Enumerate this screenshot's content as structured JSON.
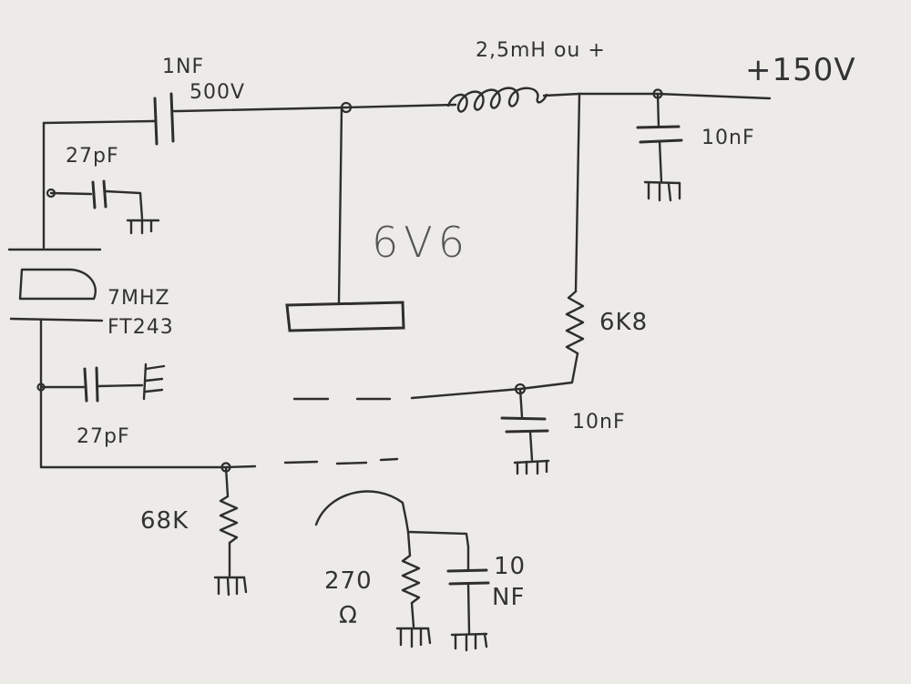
{
  "labels": {
    "c_coupling_value": "1NF",
    "c_coupling_voltage": "500V",
    "choke": "2,5mH ou +",
    "supply": "+150V",
    "c_supply": "10nF",
    "tube": "6V6",
    "c_top": "27pF",
    "crystal_freq": "7MHZ",
    "crystal_type": "FT243",
    "c_bottom": "27pF",
    "r_screen": "6K8",
    "c_screen": "10nF",
    "r_grid": "68K",
    "r_cathode": "270",
    "ohm": "Ω",
    "c_cathode_value": "10",
    "c_cathode_unit": "NF"
  }
}
